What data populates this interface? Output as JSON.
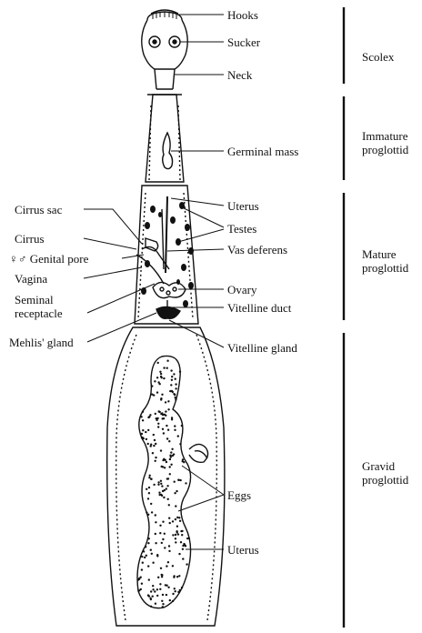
{
  "diagram": {
    "labels": {
      "hooks": "Hooks",
      "sucker": "Sucker",
      "neck": "Neck",
      "germinal_mass": "Germinal mass",
      "cirrus_sac": "Cirrus sac",
      "cirrus": "Cirrus",
      "genital_pore": "♀♂ Genital pore",
      "vagina": "Vagina",
      "seminal_receptacle_1": "Seminal",
      "seminal_receptacle_2": "receptacle",
      "mehlis_gland": "Mehlis' gland",
      "uterus_top": "Uterus",
      "testes": "Testes",
      "vas_deferens": "Vas deferens",
      "ovary": "Ovary",
      "vitelline_duct": "Vitelline duct",
      "vitelline_gland": "Vitelline gland",
      "eggs": "Eggs",
      "uterus_bottom": "Uterus"
    },
    "regions": {
      "scolex": "Scolex",
      "immature_1": "Immature",
      "immature_2": "proglottid",
      "mature_1": "Mature",
      "mature_2": "proglottid",
      "gravid_1": "Gravid",
      "gravid_2": "proglottid"
    },
    "colors": {
      "ink": "#111111",
      "background": "#ffffff"
    }
  }
}
